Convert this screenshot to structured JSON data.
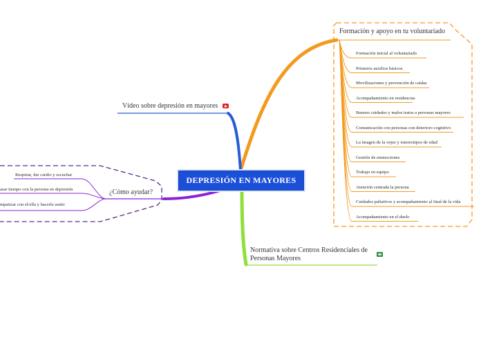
{
  "central": {
    "label": "DEPRESIÓN EN MAYORES"
  },
  "branches": {
    "formacion": {
      "title": "Formación y apoyo en tu voluntariado",
      "color": "#f39a1e",
      "items": [
        "Formación inicial al voluntariado",
        "Primeros auxilios básicos",
        "Movilizaciones y prevención de caídas",
        "Acompañamiento en residencias",
        "Buenos cuidados y  malos tratos a personas mayores",
        "Comunicación con personas con deterioro cognitivo",
        "La imagen de la vejez y estereotipos de edad",
        "Gestión de emmociones",
        "Trabajo en equipo",
        "Atención centrada la persona",
        "Cuidados paliativos y acompañamiento al final de la vida",
        "Acompañamiento en el duelo"
      ]
    },
    "video": {
      "title": "Vídeo sobre depresión en mayores",
      "color": "#2a5bd7",
      "icon": "youtube-icon"
    },
    "ayudar": {
      "title": "¿Cómo ayudar?",
      "color": "#8a22d6",
      "items": [
        "Respetar, dar cariño y escuchar",
        "asar tiempo con la persona en depresión",
        "mpatizar con el/ella y hacerle sentir"
      ]
    },
    "normativa": {
      "title_line1": "Normativa sobre Centros Residenciales de",
      "title_line2": "Personas Mayores",
      "color": "#8ee03a",
      "icon": "document-icon"
    }
  }
}
